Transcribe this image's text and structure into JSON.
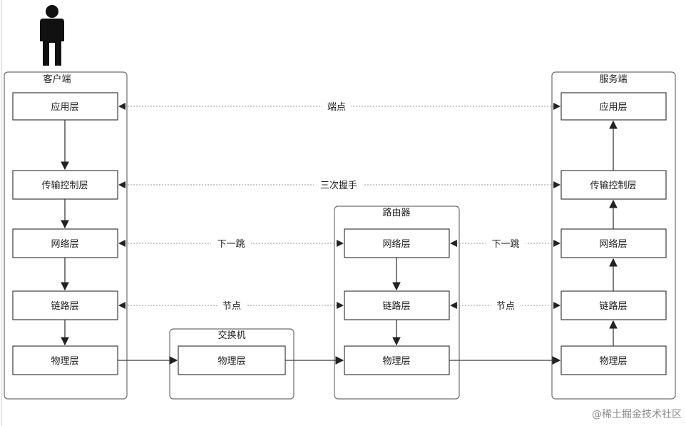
{
  "groups": {
    "client": "客户端",
    "server": "服务端",
    "router": "路由器",
    "switch": "交换机"
  },
  "layers": {
    "app": "应用层",
    "transport": "传输控制层",
    "network": "网络层",
    "link": "链路层",
    "physical": "物理层"
  },
  "connections": {
    "endpoint": "端点",
    "handshake": "三次握手",
    "next_hop": "下一跳",
    "node": "节点"
  },
  "watermark": "@稀土掘金技术社区",
  "icons": {
    "user": "person-icon"
  }
}
